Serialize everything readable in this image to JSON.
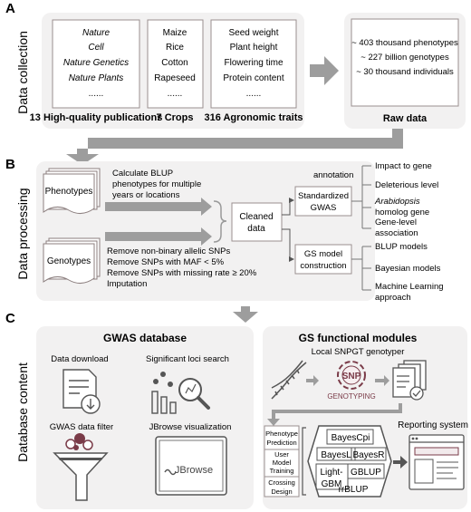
{
  "section_a": {
    "letter": "A",
    "side_label": "Data collection",
    "journals": [
      "Nature",
      "Cell",
      "Nature Genetics",
      "Nature Plants",
      "......"
    ],
    "journals_caption": "13 High-quality publications",
    "crops": [
      "Maize",
      "Rice",
      "Cotton",
      "Rapeseed",
      "......"
    ],
    "crops_caption": "7 Crops",
    "traits": [
      "Seed weight",
      "Plant height",
      "Flowering time",
      "Protein content",
      "......"
    ],
    "traits_caption": "316 Agronomic traits",
    "raw_items": [
      "~ 403 thousand phenotypes",
      "~ 227 billion genotypes",
      "~ 30 thousand individuals"
    ],
    "raw_caption": "Raw data"
  },
  "section_b": {
    "letter": "B",
    "side_label": "Data processing",
    "phenotypes": "Phenotypes",
    "genotypes": "Genotypes",
    "blup_text": [
      "Calculate BLUP",
      "phenotypes for multiple",
      "years or locations"
    ],
    "snp_text": [
      "Remove non-binary allelic SNPs",
      "Remove SNPs with MAF < 5%",
      "Remove SNPs with missing rate ≥ 20%",
      "Imputation"
    ],
    "cleaned": [
      "Cleaned",
      "data"
    ],
    "annotation": "annotation",
    "gwas_box": [
      "Standardized",
      "GWAS"
    ],
    "gs_box": [
      "GS model",
      "construction"
    ],
    "gwas_outputs": [
      [
        "Impact to gene"
      ],
      [
        "Deleterious level"
      ],
      [
        "Arabidopsis",
        "homolog gene"
      ],
      [
        "Gene-level",
        "association"
      ]
    ],
    "gs_outputs": [
      [
        "BLUP models"
      ],
      [
        "Bayesian models"
      ],
      [
        "Machine Learning",
        "approach"
      ]
    ]
  },
  "section_c": {
    "letter": "C",
    "side_label": "Database content",
    "gwas_title": "GWAS database",
    "gwas_items": [
      "Data download",
      "Significant loci search",
      "GWAS data filter",
      "JBrowse visualization"
    ],
    "jbrowse_logo": "JBrowse",
    "gs_title": "GS functional modules",
    "genotyper": "Local SNPGT genotyper",
    "snp_logo": "SNP",
    "genotyping_logo": "GENOTYPING",
    "modules": [
      [
        "Phenotype",
        "Prediction"
      ],
      [
        "User",
        "Model",
        "Training"
      ],
      [
        "Crossing",
        "Design"
      ]
    ],
    "models": [
      "BayesCpi",
      "BayesL",
      "BayesR",
      "Light-",
      "GBM",
      "GBLUP",
      "rrBLUP"
    ],
    "reporting": "Reporting system"
  },
  "colors": {
    "panel_fill": "#f2f1f1",
    "box_border": "#9a8f8f",
    "arrow_gray": "#9d9d9d",
    "accent": "#7a3b48",
    "icon_dark": "#555555"
  }
}
